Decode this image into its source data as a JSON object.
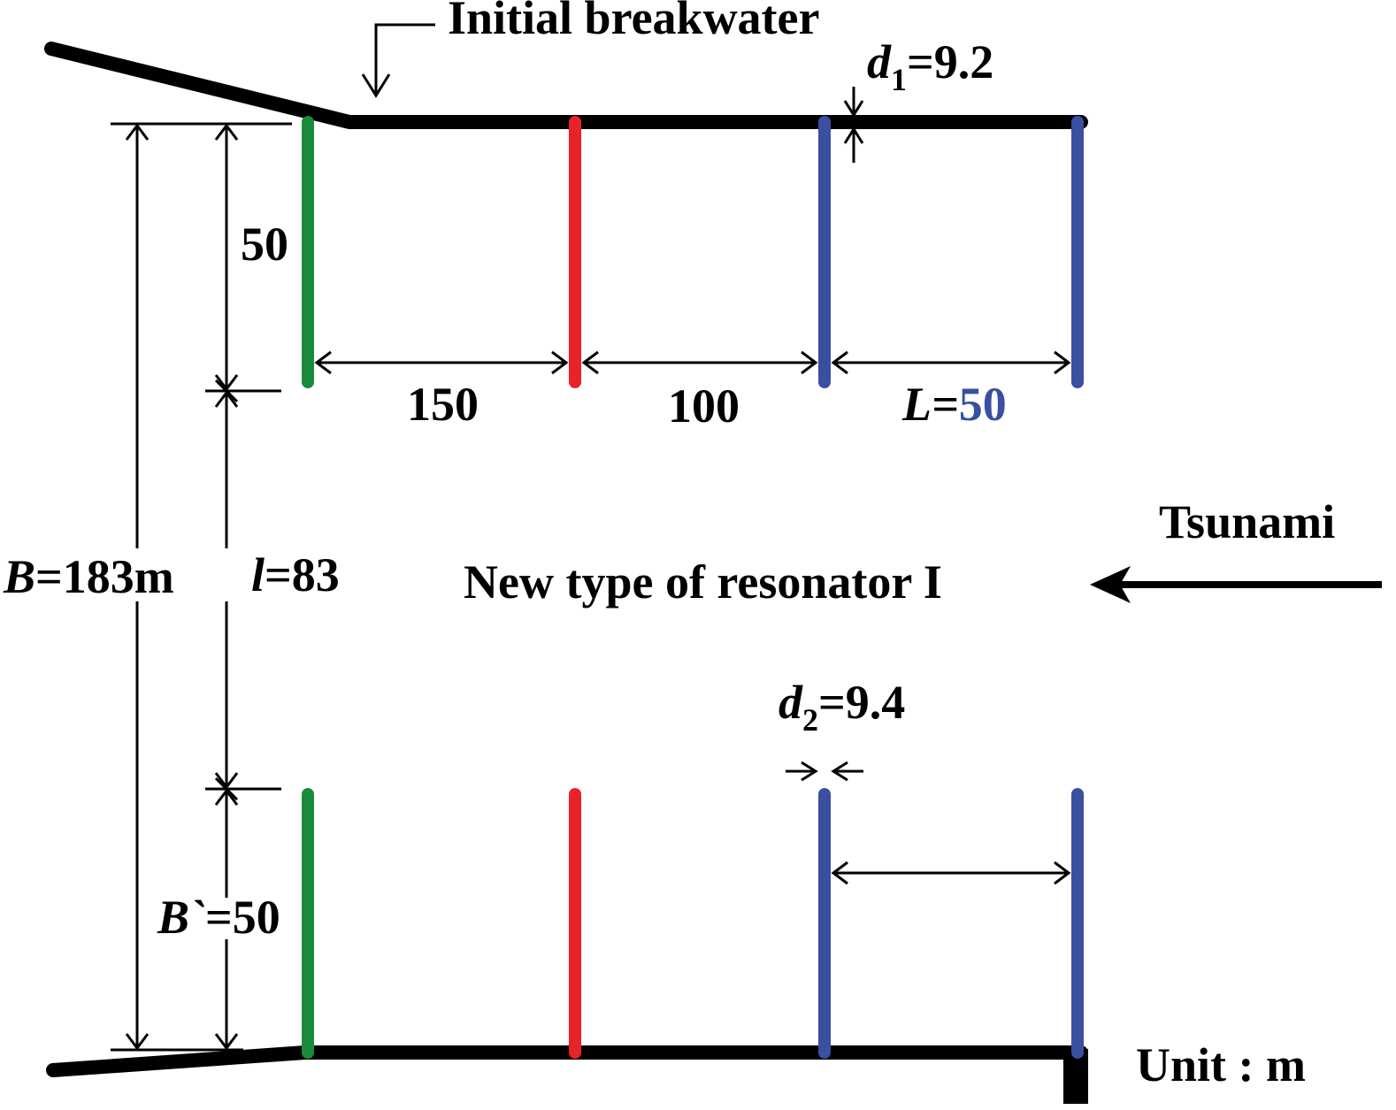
{
  "labels": {
    "breakwater": "Initial breakwater",
    "d1_symbol": "d",
    "d1_sub": "1",
    "d1_value": "=9.2",
    "d2_symbol": "d",
    "d2_sub": "2",
    "d2_value": "=9.4",
    "top_gap": "50",
    "seg_green": "150",
    "seg_red": "100",
    "seg_blue_prefix": "L=",
    "seg_blue": "50",
    "B_symbol": "B",
    "B_value": "=183m",
    "l_symbol": "l",
    "l_value": "=83",
    "Bprime_symbol": "B`",
    "Bprime_value": "=50",
    "title": "New type of resonator I",
    "tsunami": "Tsunami",
    "unit": "Unit : m"
  },
  "colors": {
    "green": "#1a8a3c",
    "red": "#e8222a",
    "blue": "#3a4fa0",
    "black": "#000000"
  }
}
